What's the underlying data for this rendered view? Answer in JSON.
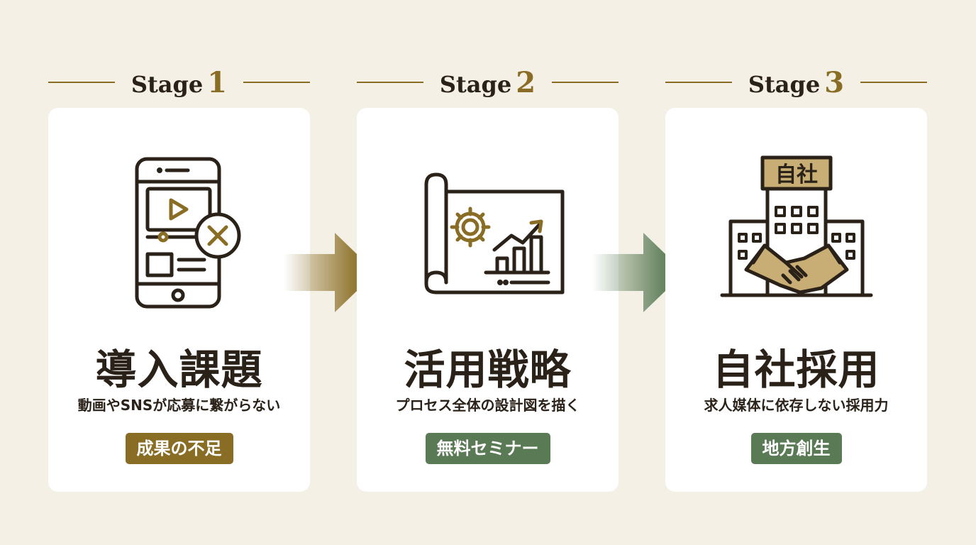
{
  "colors": {
    "background": "#f4f0e5",
    "card": "#ffffff",
    "gold": "#8a6d24",
    "green": "#5a7a55",
    "text": "#2a2118"
  },
  "stages": [
    {
      "word": "Stage",
      "number": "1",
      "icon": "smartphone-video-x-icon",
      "title": "導入課題",
      "subtitle": "動画やSNSが応募に繋がらない",
      "badge": "成果の不足",
      "badge_color": "#8a6d24"
    },
    {
      "word": "Stage",
      "number": "2",
      "icon": "blueprint-chart-icon",
      "title": "活用戦略",
      "subtitle": "プロセス全体の設計図を描く",
      "badge": "無料セミナー",
      "badge_color": "#5a7a55"
    },
    {
      "word": "Stage",
      "number": "3",
      "icon": "building-handshake-icon",
      "icon_sign": "自社",
      "title": "自社採用",
      "subtitle": "求人媒体に依存しない採用力",
      "badge": "地方創生",
      "badge_color": "#5a7a55"
    }
  ],
  "arrows": [
    {
      "icon": "arrow-right-icon",
      "color": "#8a6d24"
    },
    {
      "icon": "arrow-right-icon",
      "color": "#5a7a55"
    }
  ]
}
